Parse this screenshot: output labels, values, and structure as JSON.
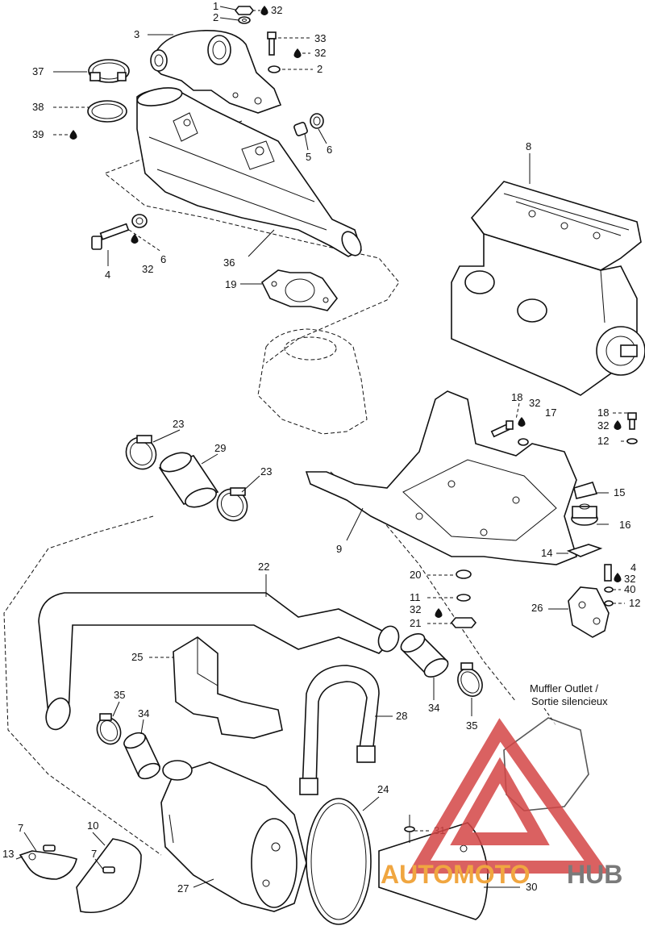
{
  "callouts": {
    "c1": "1",
    "c2a": "2",
    "c32a": "32",
    "c3": "3",
    "c33": "33",
    "c32b": "32",
    "c2b": "2",
    "c37": "37",
    "c38": "38",
    "c39": "39",
    "c5": "5",
    "c6a": "6",
    "c8": "8",
    "c4a": "4",
    "c32c": "32",
    "c6b": "6",
    "c36": "36",
    "c19": "19",
    "c18a": "18",
    "c32d": "32",
    "c17": "17",
    "c18b": "18",
    "c32e": "32",
    "c12a": "12",
    "c23a": "23",
    "c29": "29",
    "c23b": "23",
    "c15": "15",
    "c16": "16",
    "c9": "9",
    "c14": "14",
    "c22": "22",
    "c20": "20",
    "c4b": "4",
    "c32f": "32",
    "c11": "11",
    "c40": "40",
    "c32g": "32",
    "c21": "21",
    "c26": "26",
    "c12b": "12",
    "c25": "25",
    "c35a": "35",
    "c34a": "34",
    "c28": "28",
    "c34b": "34",
    "c35b": "35",
    "c24": "24",
    "c31": "31",
    "c7a": "7",
    "c10": "10",
    "c13": "13",
    "c7b": "7",
    "c27": "27",
    "c30": "30"
  },
  "muffler_outlet_en": "Muffler Outlet /",
  "muffler_outlet_fr": "Sortie silencieux",
  "watermark": {
    "text_orange": "AUTOMOTO",
    "text_gray": "HUB",
    "colors": {
      "red": "#d44545",
      "orange": "#f0a640",
      "gray": "#7a7a7a"
    }
  }
}
